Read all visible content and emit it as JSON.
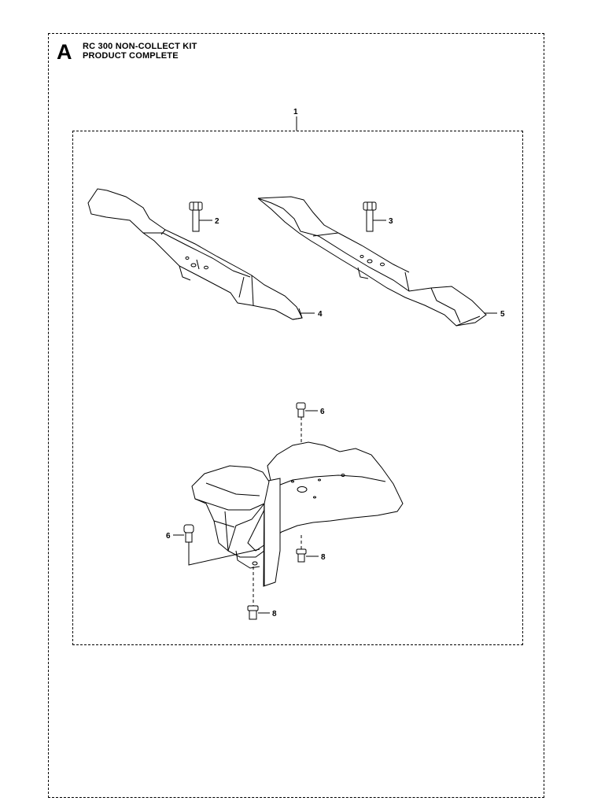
{
  "header": {
    "section_letter": "A",
    "title_line1": "RC 300 NON-COLLECT KIT",
    "title_line2": "PRODUCT COMPLETE"
  },
  "callouts": {
    "kit": "1",
    "bolt_left": "2",
    "bolt_right": "3",
    "blade_left": "4",
    "blade_right": "5",
    "bolt_top": "6",
    "bolt_side": "6",
    "nut_right": "8",
    "nut_bottom": "8"
  }
}
